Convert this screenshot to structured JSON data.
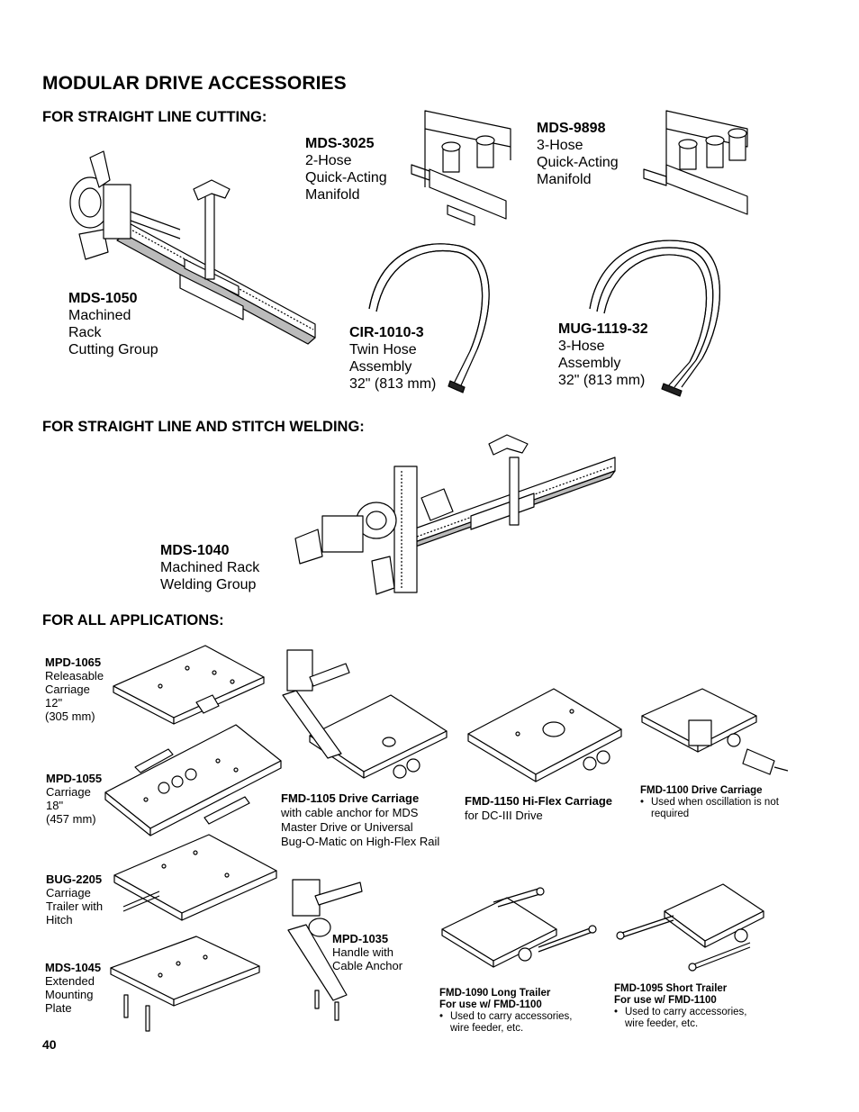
{
  "page": {
    "title": "MODULAR DRIVE ACCESSORIES",
    "page_number": "40"
  },
  "sections": {
    "straight_cutting": "FOR STRAIGHT LINE CUTTING:",
    "stitch_welding": "FOR STRAIGHT LINE AND STITCH WELDING:",
    "all_applications": "FOR ALL APPLICATIONS:"
  },
  "products": {
    "mds3025": {
      "code": "MDS-3025",
      "lines": [
        "2-Hose",
        "Quick-Acting",
        "Manifold"
      ]
    },
    "mds9898": {
      "code": "MDS-9898",
      "lines": [
        "3-Hose",
        "Quick-Acting",
        "Manifold"
      ]
    },
    "mds1050": {
      "code": "MDS-1050",
      "lines": [
        "Machined",
        "Rack",
        "Cutting Group"
      ]
    },
    "cir1010": {
      "code": "CIR-1010-3",
      "lines": [
        "Twin Hose",
        "Assembly",
        "32\" (813 mm)"
      ]
    },
    "mug1119": {
      "code": "MUG-1119-32",
      "lines": [
        "3-Hose",
        "Assembly",
        "32\" (813 mm)"
      ]
    },
    "mds1040": {
      "code": "MDS-1040",
      "lines": [
        "Machined Rack",
        "Welding Group"
      ]
    },
    "mpd1065": {
      "code": "MPD-1065",
      "lines": [
        "Releasable",
        "Carriage",
        "12\"",
        "(305 mm)"
      ]
    },
    "mpd1055": {
      "code": "MPD-1055",
      "lines": [
        "Carriage",
        "18\"",
        "(457 mm)"
      ]
    },
    "bug2205": {
      "code": "BUG-2205",
      "lines": [
        "Carriage",
        "Trailer with",
        "Hitch"
      ]
    },
    "mds1045": {
      "code": "MDS-1045",
      "lines": [
        "Extended",
        "Mounting",
        "Plate"
      ]
    },
    "fmd1105": {
      "code": "FMD-1105 Drive Carriage",
      "lines": [
        "with cable anchor for MDS",
        "Master Drive or Universal",
        "Bug-O-Matic on High-Flex Rail"
      ]
    },
    "fmd1150": {
      "code": "FMD-1150 Hi-Flex Carriage",
      "lines": [
        "for DC-III Drive"
      ]
    },
    "fmd1100": {
      "code": "FMD-1100 Drive Carriage",
      "bullet": "Used when oscillation is not required"
    },
    "mpd1035": {
      "code": "MPD-1035",
      "lines": [
        "Handle with",
        "Cable Anchor"
      ]
    },
    "fmd1090": {
      "code": "FMD-1090 Long Trailer",
      "sub": "For use w/ FMD-1100",
      "bullet": "Used to carry accessories, wire feeder, etc."
    },
    "fmd1095": {
      "code": "FMD-1095 Short Trailer",
      "sub": "For use w/ FMD-1100",
      "bullet": "Used to carry accessories, wire feeder, etc."
    }
  }
}
